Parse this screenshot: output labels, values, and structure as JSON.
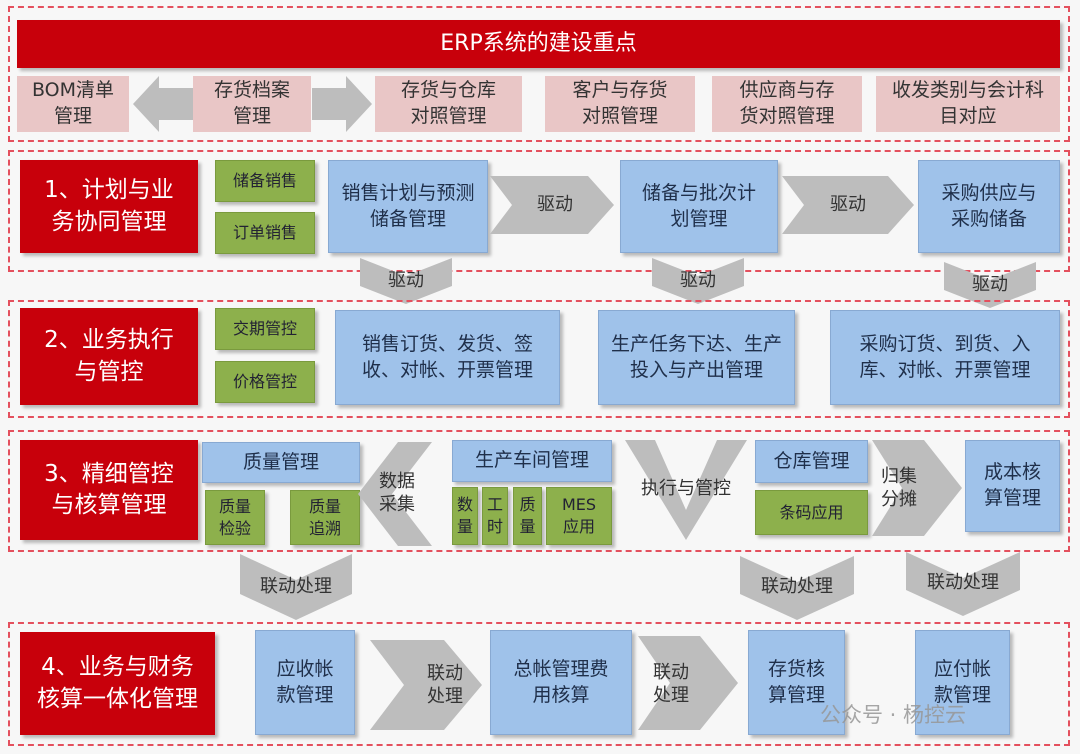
{
  "title": "ERP系统的建设重点",
  "row0": {
    "items": [
      "BOM清单管理",
      "存货档案管理",
      "存货与仓库对照管理",
      "客户与存货对照管理",
      "供应商与存货对照管理",
      "收发类别与会计科目对应"
    ]
  },
  "row1": {
    "header": "1、计划与业务协同管理",
    "green": [
      "储备销售",
      "订单销售"
    ],
    "blue": [
      "销售计划与预测储备管理",
      "储备与批次计划管理",
      "采购供应与采购储备"
    ],
    "arrow": "驱动"
  },
  "row2": {
    "header": "2、业务执行与管控",
    "green": [
      "交期管控",
      "价格管控"
    ],
    "blue": [
      "销售订货、发货、签收、对帐、开票管理",
      "生产任务下达、生产投入与产出管理",
      "采购订货、到货、入库、对帐、开票管理"
    ]
  },
  "row3": {
    "header": "3、精细管控与核算管理",
    "quality": "质量管理",
    "quality_sub": [
      "质量检验",
      "质量追溯"
    ],
    "collect": "数据采集",
    "workshop": "生产车间管理",
    "workshop_sub": [
      "数量",
      "工时",
      "质量",
      "MES应用"
    ],
    "exec": "执行与管控",
    "warehouse": "仓库管理",
    "barcode": "条码应用",
    "allocate": "归集分摊",
    "cost": "成本核算管理"
  },
  "link": "联动处理",
  "row4": {
    "header": "4、业务与财务核算一体化管理",
    "blue": [
      "应收帐款管理",
      "总帐管理费用核算",
      "存货核算管理",
      "应付帐款管理"
    ]
  },
  "watermark": "公众号 · 杨控云",
  "colors": {
    "red": "#c8000b",
    "pink": "#e9c6c6",
    "green": "#8db04c",
    "blue": "#9fc2ea",
    "arrow": "#bdbdbd",
    "dash": "#e4505e"
  }
}
